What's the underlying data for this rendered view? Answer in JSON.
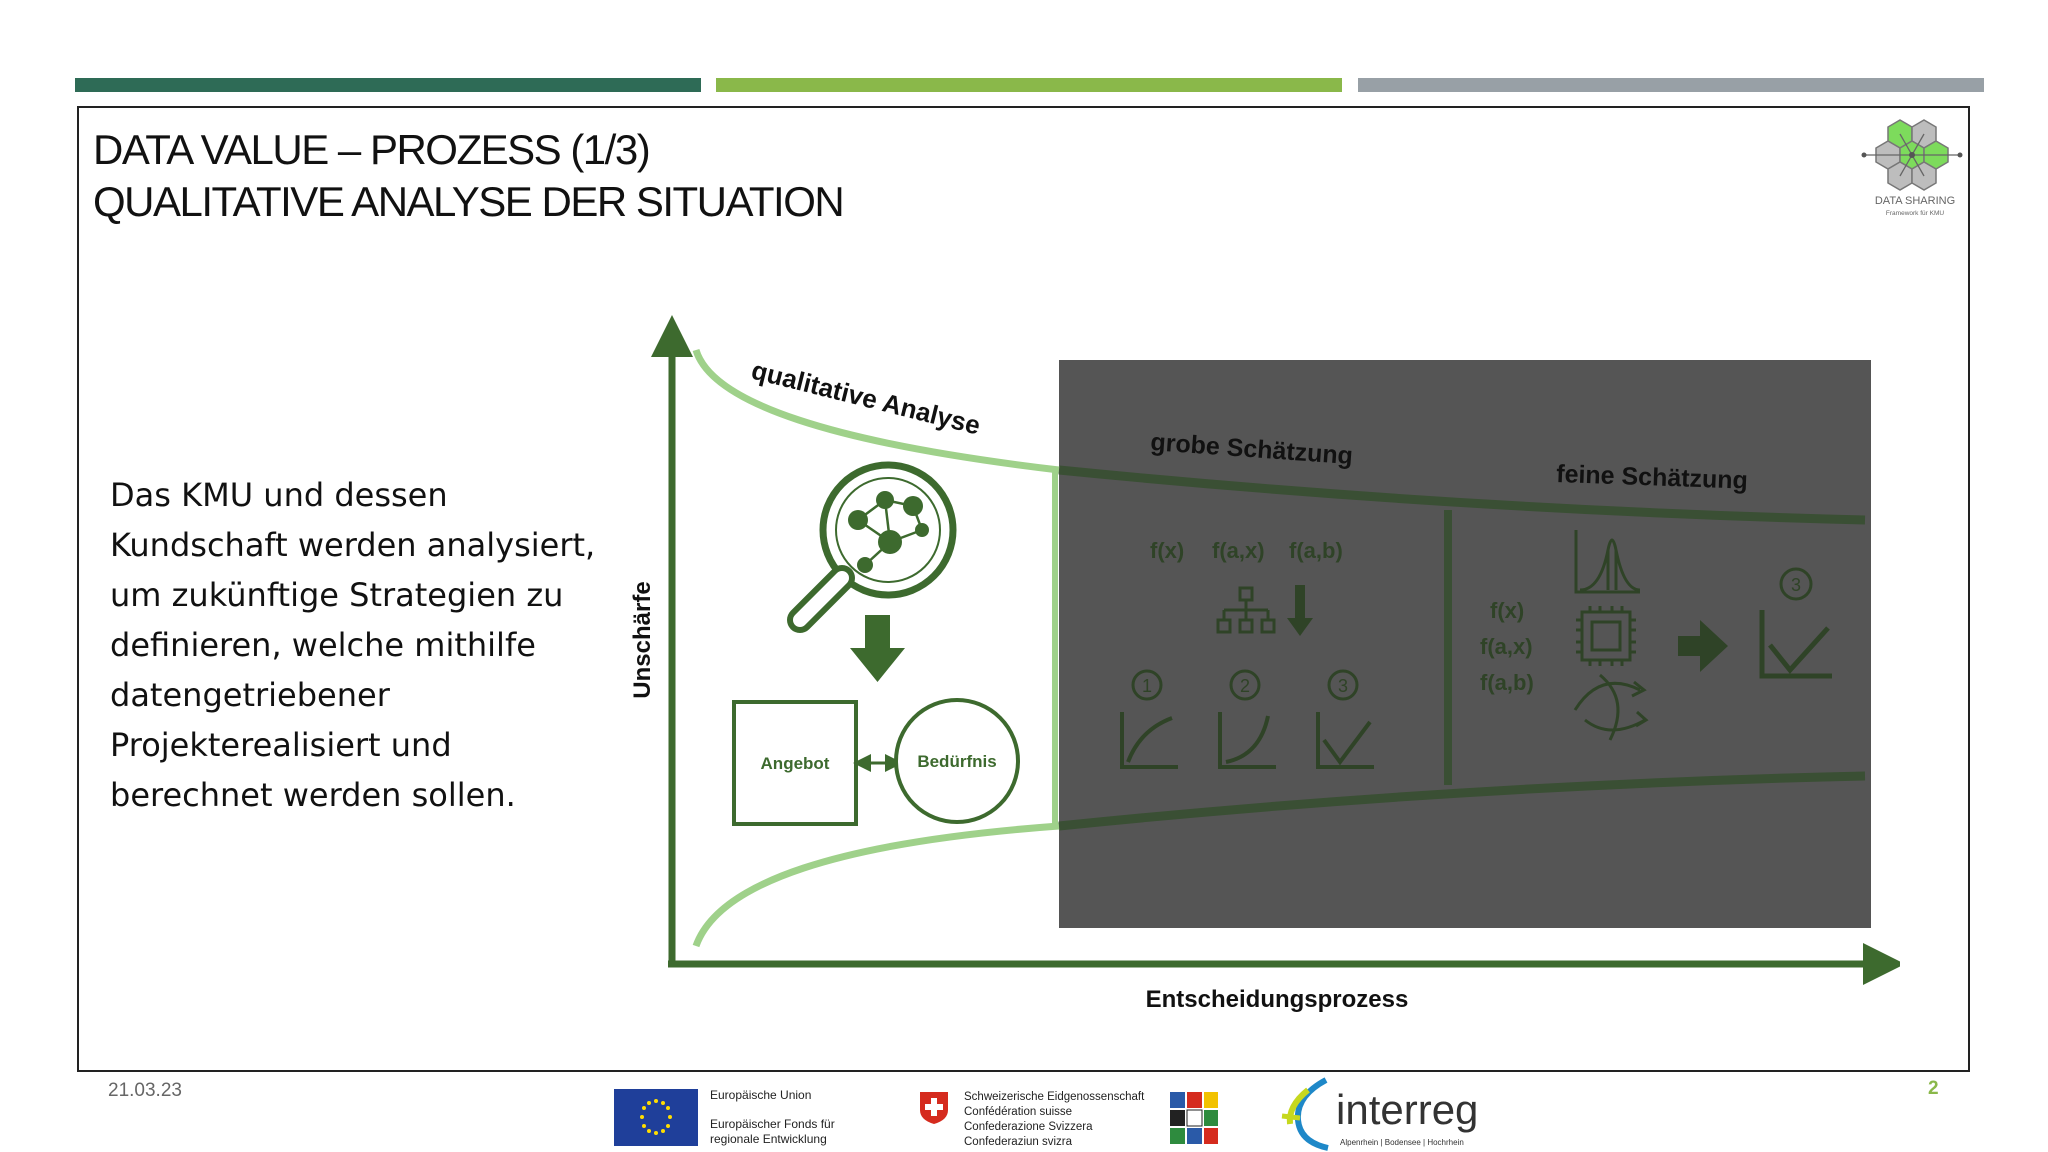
{
  "slide": {
    "title_line1": "DATA VALUE – PROZESS (1/3)",
    "title_line2": "QUALITATIVE ANALYSE DER SITUATION",
    "body": "Das KMU und dessen Kundschaft werden analysiert, um zukünftige Strategien zu definieren, welche mithilfe datengetriebener Projekterealisiert und berechnet werden sollen."
  },
  "logo": {
    "line1": "DATA SHARING",
    "line2": "Framework für KMU"
  },
  "diagram": {
    "y_axis_label": "Unschärfe",
    "x_axis_label": "Entscheidungsprozess",
    "phase1_label": "qualitative Analyse",
    "phase2_label": "grobe Schätzung",
    "phase3_label": "feine Schätzung",
    "angebot": "Angebot",
    "beduerfnis": "Bedürfnis",
    "formula_fx": "f(x)",
    "formula_fax": "f(a,x)",
    "formula_fab": "f(a,b)",
    "step1": "1",
    "step2": "2",
    "step3": "3",
    "colors": {
      "dark_green": "#3d6a2e",
      "light_green": "#9fd18a",
      "overlay": "#555555"
    }
  },
  "footer": {
    "date": "21.03.23",
    "page": "2",
    "eu_line1": "Europäische Union",
    "eu_line2": "Europäischer Fonds für",
    "eu_line3": "regionale Entwicklung",
    "ch_line1": "Schweizerische Eidgenossenschaft",
    "ch_line2": "Confédération suisse",
    "ch_line3": "Confederazione Svizzera",
    "ch_line4": "Confederaziun svizra",
    "interreg": "interreg",
    "interreg_sub": "Alpenrhein | Bodensee | Hochrhein"
  }
}
